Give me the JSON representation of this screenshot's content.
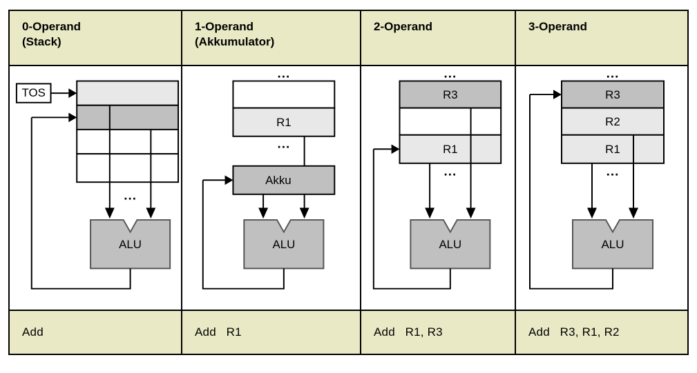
{
  "palette": {
    "header_bg": "#e9e9c6",
    "border": "#000000",
    "cell_light": "#e8e8e8",
    "cell_mid": "#c0c0c0",
    "cell_white": "#ffffff",
    "page_bg": "#ffffff"
  },
  "columns": [
    {
      "id": "zero-operand",
      "header_line1": "0-Operand",
      "header_line2": "(Stack)",
      "instruction": "Add",
      "diagram": {
        "pointer_label": "TOS",
        "alu_label": "ALU",
        "ellipsis": "...",
        "cells": [
          {
            "label": "",
            "fill": "#e8e8e8"
          },
          {
            "label": "",
            "fill": "#c0c0c0"
          },
          {
            "label": "",
            "fill": "#ffffff"
          },
          {
            "label": "",
            "fill": "#ffffff"
          }
        ]
      }
    },
    {
      "id": "one-operand",
      "header_line1": "1-Operand",
      "header_line2": "(Akkumulator)",
      "instruction": "Add   R1",
      "diagram": {
        "pointer_label": "",
        "alu_label": "ALU",
        "accumulator_label": "Akku",
        "ellipsis": "...",
        "cells": [
          {
            "label": "",
            "fill": "#ffffff"
          },
          {
            "label": "R1",
            "fill": "#e8e8e8"
          }
        ]
      }
    },
    {
      "id": "two-operand",
      "header_line1": "2-Operand",
      "header_line2": "",
      "instruction": "Add   R1, R3",
      "diagram": {
        "pointer_label": "",
        "alu_label": "ALU",
        "ellipsis": "...",
        "cells": [
          {
            "label": "R3",
            "fill": "#c0c0c0"
          },
          {
            "label": "",
            "fill": "#ffffff"
          },
          {
            "label": "R1",
            "fill": "#e8e8e8"
          }
        ]
      }
    },
    {
      "id": "three-operand",
      "header_line1": "3-Operand",
      "header_line2": "",
      "instruction": "Add   R3, R1, R2",
      "diagram": {
        "pointer_label": "",
        "alu_label": "ALU",
        "ellipsis": "...",
        "cells": [
          {
            "label": "R3",
            "fill": "#c0c0c0"
          },
          {
            "label": "R2",
            "fill": "#e8e8e8"
          },
          {
            "label": "R1",
            "fill": "#e8e8e8"
          }
        ]
      }
    }
  ]
}
